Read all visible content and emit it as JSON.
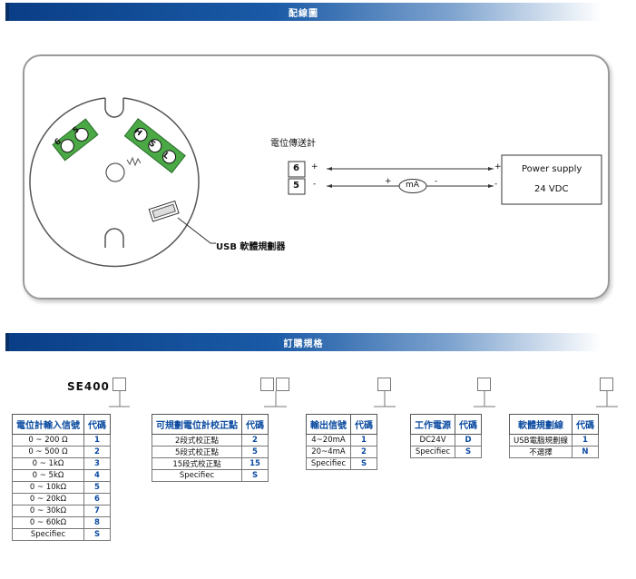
{
  "banner1": {
    "title": "配線圖"
  },
  "banner2": {
    "title": "訂購規格"
  },
  "wiring": {
    "device_label": "電位傳送計",
    "terminals": [
      "6",
      "5"
    ],
    "plus": "+",
    "minus": "-",
    "meter": "mA",
    "power_line1": "Power supply",
    "power_line2": "24 VDC",
    "usb_label": "USB 軟體規劃器",
    "board_left": [
      "6",
      "5"
    ],
    "board_right": [
      "H",
      "S",
      "L"
    ]
  },
  "order": {
    "model": "SE400",
    "tables": [
      {
        "header": [
          "電位計輸入信號",
          "代碼"
        ],
        "rows": [
          [
            "0 ~ 200 Ω",
            "1"
          ],
          [
            "0 ~ 500 Ω",
            "2"
          ],
          [
            "0 ~   1kΩ",
            "3"
          ],
          [
            "0 ~   5kΩ",
            "4"
          ],
          [
            "0 ~ 10kΩ",
            "5"
          ],
          [
            "0 ~ 20kΩ",
            "6"
          ],
          [
            "0 ~ 30kΩ",
            "7"
          ],
          [
            "0 ~ 60kΩ",
            "8"
          ],
          [
            "Specifiec",
            "S"
          ]
        ]
      },
      {
        "header": [
          "可規劃電位計校正點",
          "代碼"
        ],
        "rows": [
          [
            "2段式校正點",
            "2"
          ],
          [
            "5段式校正點",
            "5"
          ],
          [
            "15段式校正點",
            "15"
          ],
          [
            "Specifiec",
            "S"
          ]
        ]
      },
      {
        "header": [
          "輸出信號",
          "代碼"
        ],
        "rows": [
          [
            "4~20mA",
            "1"
          ],
          [
            "20~4mA",
            "2"
          ],
          [
            "Specifiec",
            "S"
          ]
        ]
      },
      {
        "header": [
          "工作電源",
          "代碼"
        ],
        "rows": [
          [
            "DC24V",
            "D"
          ],
          [
            "Specifiec",
            "S"
          ]
        ]
      },
      {
        "header": [
          "軟體規劃線",
          "代碼"
        ],
        "rows": [
          [
            "USB電腦規劃線",
            "1"
          ],
          [
            "不選擇",
            "N"
          ]
        ]
      }
    ]
  }
}
